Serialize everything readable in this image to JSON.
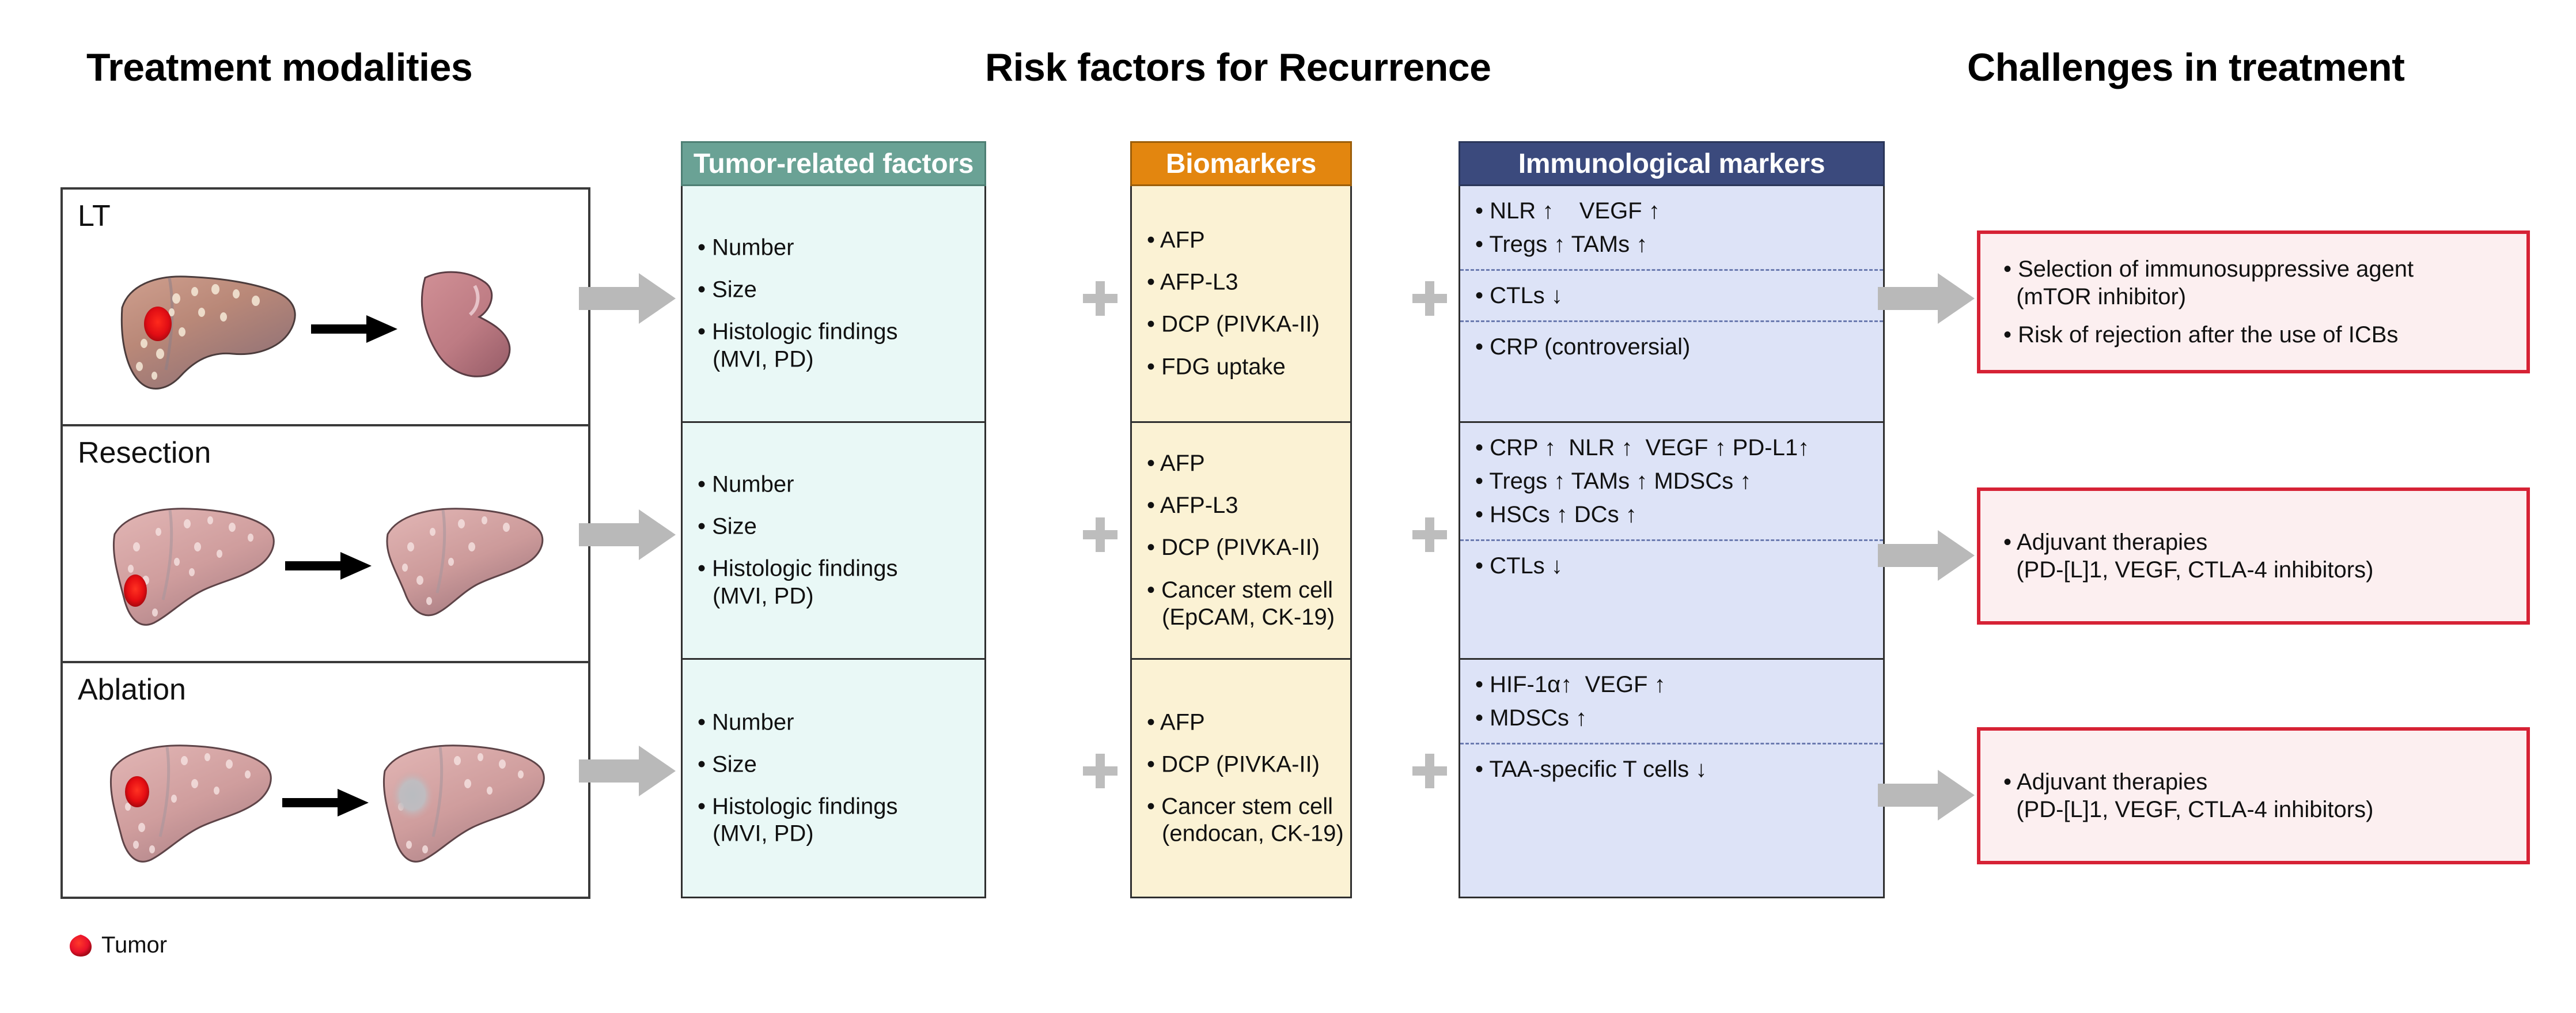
{
  "titles": {
    "left": "Treatment modalities",
    "middle": "Risk factors for Recurrence",
    "right": "Challenges in treatment"
  },
  "legend": {
    "label": "Tumor",
    "color": "#e8112b"
  },
  "colors": {
    "tumor_header": "#6aa295",
    "tumor_body": "#e9f8f6",
    "biomarker_header": "#e3860f",
    "biomarker_body": "#fbf2d4",
    "immuno_header": "#3b4a7d",
    "immuno_body": "#dde3f7",
    "challenge_border": "#d62235",
    "challenge_body": "#fceff0",
    "arrow_gray": "#b9b9b9"
  },
  "modalities": [
    {
      "label": "LT"
    },
    {
      "label": "Resection"
    },
    {
      "label": "Ablation"
    }
  ],
  "columns": {
    "tumor": {
      "header": "Tumor-related factors",
      "rows": [
        {
          "bullets": [
            "• Number",
            "• Size",
            "• Histologic findings",
            "(MVI, PD)"
          ]
        },
        {
          "bullets": [
            "• Number",
            "• Size",
            "• Histologic findings",
            "(MVI, PD)"
          ]
        },
        {
          "bullets": [
            "• Number",
            "• Size",
            "• Histologic findings",
            "(MVI, PD)"
          ]
        }
      ]
    },
    "biomarkers": {
      "header": "Biomarkers",
      "rows": [
        {
          "bullets": [
            "• AFP",
            "• AFP-L3",
            "• DCP (PIVKA-II)",
            "• FDG uptake"
          ]
        },
        {
          "bullets": [
            "• AFP",
            "• AFP-L3",
            "• DCP (PIVKA-II)",
            "• Cancer stem cell",
            "(EpCAM, CK-19)"
          ]
        },
        {
          "bullets": [
            "• AFP",
            "• DCP (PIVKA-II)",
            "• Cancer stem cell",
            "(endocan, CK-19)"
          ]
        }
      ]
    },
    "immunological": {
      "header": "Immunological markers",
      "rows": [
        {
          "blocks": [
            {
              "lines": [
                "• NLR ↑    VEGF ↑",
                "• Tregs ↑ TAMs ↑"
              ]
            },
            {
              "lines": [
                "• CTLs ↓"
              ]
            },
            {
              "lines": [
                "• CRP (controversial)"
              ]
            }
          ]
        },
        {
          "blocks": [
            {
              "lines": [
                "• CRP ↑  NLR ↑  VEGF ↑ PD-L1↑",
                "• Tregs ↑ TAMs ↑ MDSCs ↑",
                "• HSCs ↑ DCs ↑"
              ]
            },
            {
              "lines": [
                "• CTLs ↓"
              ]
            }
          ]
        },
        {
          "blocks": [
            {
              "lines": [
                "• HIF-1α↑  VEGF ↑",
                "• MDSCs ↑"
              ]
            },
            {
              "lines": [
                "• TAA-specific T cells ↓"
              ]
            }
          ]
        }
      ]
    }
  },
  "challenges": [
    {
      "lines": [
        "• Selection of immunosuppressive agent",
        "  (mTOR inhibitor)",
        "• Risk of rejection after the use of ICBs"
      ]
    },
    {
      "lines": [
        "• Adjuvant therapies",
        "  (PD-[L]1, VEGF, CTLA-4 inhibitors)"
      ]
    },
    {
      "lines": [
        "• Adjuvant therapies",
        "  (PD-[L]1, VEGF, CTLA-4 inhibitors)"
      ]
    }
  ]
}
